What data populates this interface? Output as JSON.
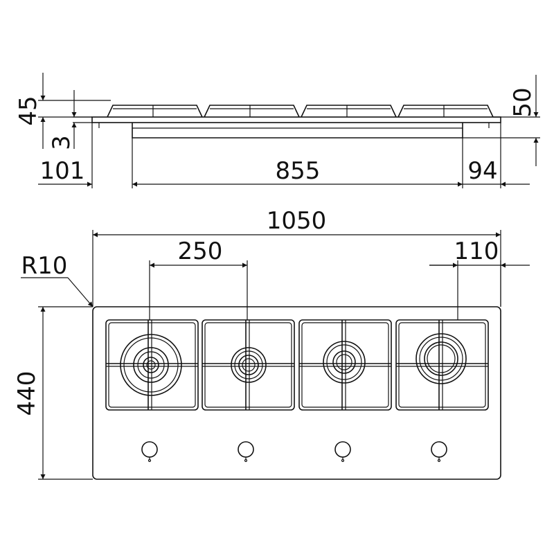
{
  "drawing": {
    "type": "technical drawing",
    "views": [
      "side elevation",
      "top plan"
    ]
  },
  "side_view": {
    "dims": {
      "d45": "45",
      "d3": "3",
      "d50": "50",
      "d101": "101",
      "d855": "855",
      "d94": "94"
    },
    "burner_count": 4
  },
  "top_view": {
    "dims": {
      "d1050": "1050",
      "d250": "250",
      "d110": "110",
      "r10": "R10",
      "d440": "440"
    },
    "burner_count": 4,
    "knob_count": 4
  },
  "colors": {
    "line": "#111111",
    "background": "#ffffff"
  }
}
